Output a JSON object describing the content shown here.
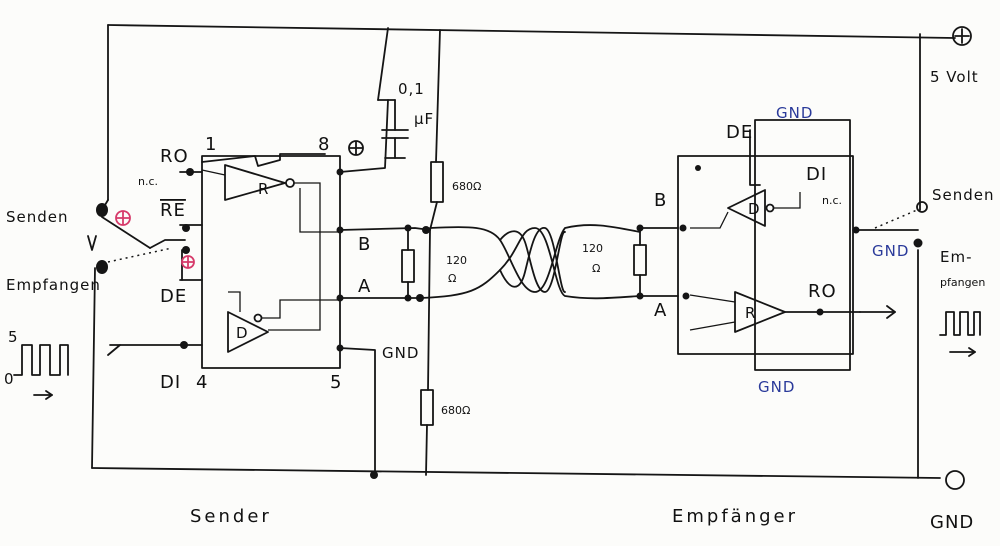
{
  "supply": {
    "plus_label": "5 Volt",
    "gnd_label": "GND"
  },
  "capacitor": {
    "value_line1": "0,1",
    "value_line2": "µF"
  },
  "resistors": {
    "pull_up": "680Ω",
    "pull_down": "680Ω",
    "term_tx_a": "120",
    "term_tx_b": "Ω",
    "term_rx_a": "120",
    "term_rx_b": "Ω"
  },
  "sender_chip": {
    "pin_ro": "RO",
    "pin_nc": "n.c.",
    "pin_re": "RE",
    "pin_de": "DE",
    "pin_di": "DI",
    "pin1": "1",
    "pin4": "4",
    "pin5": "5",
    "pin8": "8",
    "pin_b": "B",
    "pin_a": "A",
    "pin_gnd": "GND",
    "receiver_letter": "R",
    "driver_letter": "D"
  },
  "receiver_chip": {
    "pin_de": "DE",
    "pin_de_gnd": "GND",
    "pin_di": "DI",
    "pin_nc": "n.c.",
    "pin_b": "B",
    "pin_a": "A",
    "pin_ro": "RO",
    "bottom_gnd": "GND",
    "receiver_letter": "R",
    "driver_letter": "D"
  },
  "left_switch": {
    "top_label": "Senden",
    "bottom_label": "Empfangen",
    "plus_symbol": "⊕"
  },
  "right_switch": {
    "top_label": "Senden",
    "gnd_label": "GND",
    "bottom_label_1": "Em-",
    "bottom_label_2": "pfangen"
  },
  "signal_in": {
    "high": "5",
    "low": "0"
  },
  "sections": {
    "sender": "Sender",
    "receiver": "Empfänger",
    "bottom_gnd": "GND"
  },
  "colors": {
    "ink": "#151515",
    "blue": "#2a3a9a",
    "pink": "#d63a6a"
  }
}
